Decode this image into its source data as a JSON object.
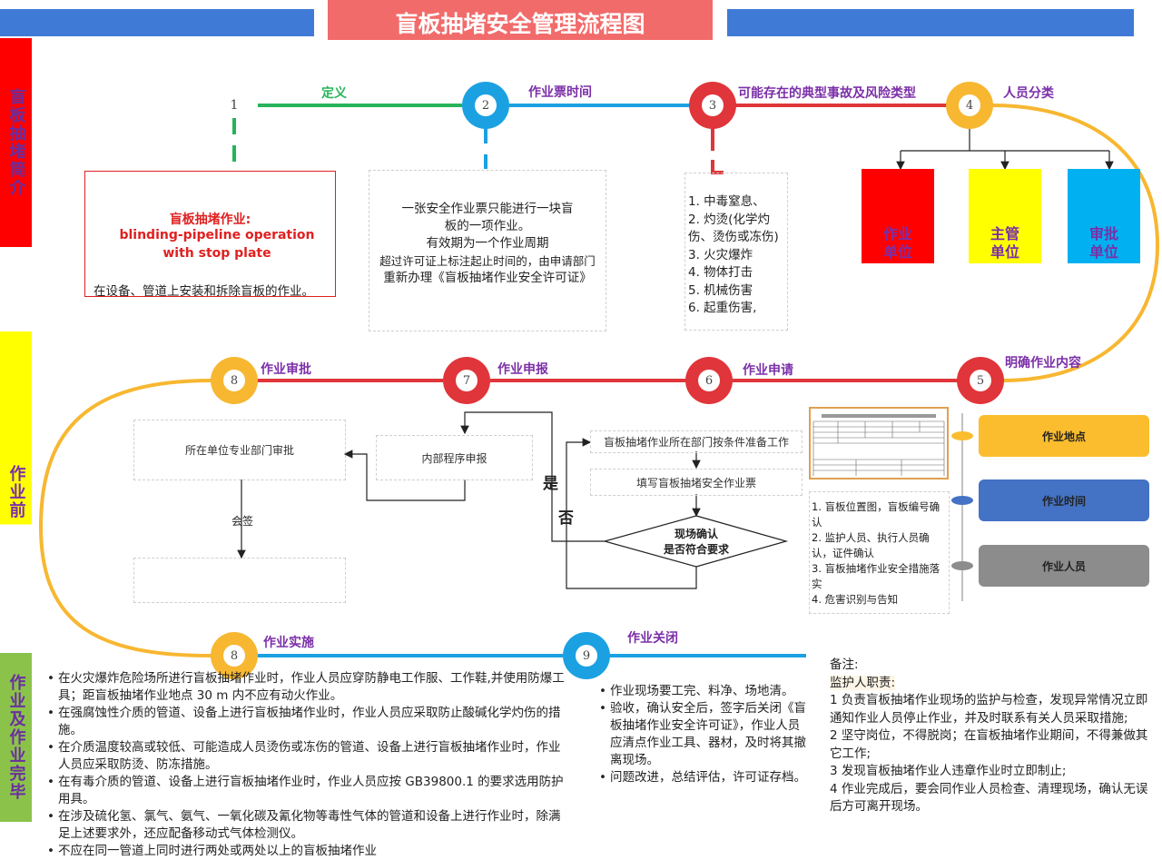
{
  "title": "盲板抽堵安全管理流程图",
  "sections": {
    "intro": "盲板抽堵简介",
    "before": "作业前",
    "during": "作业及作业完毕"
  },
  "steps": {
    "s1": {
      "num": "1",
      "label": "定义"
    },
    "s2": {
      "num": "2",
      "label": "作业票时间"
    },
    "s3": {
      "num": "3",
      "label": "可能存在的典型事故及风险类型"
    },
    "s4": {
      "num": "4",
      "label": "人员分类"
    },
    "s5": {
      "num": "5",
      "label": "明确作业内容"
    },
    "s6": {
      "num": "6",
      "label": "作业申请"
    },
    "s7": {
      "num": "7",
      "label": "作业申报"
    },
    "s8": {
      "num": "8",
      "label": "作业审批"
    },
    "s8b": {
      "num": "8",
      "label": "作业实施"
    },
    "s9": {
      "num": "9",
      "label": "作业关闭"
    }
  },
  "definition": {
    "title": "盲板抽堵作业:",
    "english": "blinding-pipeline operation with stop plate",
    "desc": "在设备、管道上安装和拆除盲板的作业。"
  },
  "permit_time": {
    "lines": [
      "一张安全作业票只能进行一块盲",
      "板的一项作业。",
      "有效期为一个作业周期",
      "超过许可证上标注起止时间的，由申请部门",
      "重新办理《盲板抽堵作业安全许可证》"
    ]
  },
  "risks": [
    "1. 中毒窒息、",
    "2. 灼烫(化学灼",
    "伤、烫伤或冻伤)",
    "3. 火灾爆炸",
    "4. 物体打击",
    "5. 机械伤害",
    "6. 起重伤害,"
  ],
  "roles": [
    {
      "line1": "作业",
      "line2": "单位",
      "bg": "#ff0000",
      "fg": "#7b2fa8"
    },
    {
      "line1": "主管",
      "line2": "单位",
      "bg": "#ffff00",
      "fg": "#7b2fa8"
    },
    {
      "line1": "审批",
      "line2": "单位",
      "bg": "#00b0f0",
      "fg": "#7b2fa8"
    }
  ],
  "flow": {
    "dept_review": "所在单位专业部门审批",
    "countersign": "会签",
    "internal": "内部程序申报",
    "prepare": "盲板抽堵作业所在部门按条件准备工作",
    "fill": "填写盲板抽堵安全作业票",
    "confirm1": "现场确认",
    "confirm2": "是否符合要求",
    "yes": "是",
    "no": "否"
  },
  "checklist": [
    "1. 盲板位置图，盲板编号确",
    "认",
    "2. 监护人员、执行人员确",
    "认，证件确认",
    "3. 盲板抽堵作业安全措施落",
    "实",
    "4. 危害识别与告知"
  ],
  "content_items": [
    {
      "label": "作业地点",
      "color": "#fbbd2e"
    },
    {
      "label": "作业时间",
      "color": "#4472c4"
    },
    {
      "label": "作业人员",
      "color": "#8c8c8c"
    }
  ],
  "implementation": [
    "在火灾爆炸危险场所进行盲板抽堵作业时，作业人员应穿防静电工作服、工作鞋,并使用防爆工具；距盲板抽堵作业地点 30 m 内不应有动火作业。",
    "在强腐蚀性介质的管道、设备上进行盲板抽堵作业时，作业人员应采取防止酸碱化学灼伤的措施。",
    "在介质温度较高或较低、可能造成人员烫伤或冻伤的管道、设备上进行盲板抽堵作业时，作业人员应采取防烫、防冻措施。",
    "在有毒介质的管道、设备上进行盲板抽堵作业时，作业人员应按 GB39800.1 的要求选用防护用具。",
    "在涉及硫化氢、氯气、氨气、一氧化碳及氰化物等毒性气体的管道和设备上进行作业时，除满足上述要求外，还应配备移动式气体检测仪。",
    "不应在同一管道上同时进行两处或两处以上的盲板抽堵作业"
  ],
  "closing": [
    "作业现场要工完、料净、场地清。",
    "验收，确认安全后，签字后关闭《盲板抽堵作业安全许可证》，作业人员应清点作业工具、器材，及时将其撤离现场。",
    "问题改进，总结评估，许可证存档。"
  ],
  "notes": {
    "head": "备注:",
    "sub": "监护人职责:",
    "items": [
      "1  负责盲板抽堵作业现场的监护与检查，发现异常情况立即通知作业人员停止作业，并及时联系有关人员采取措施;",
      "2  坚守岗位，不得脱岗；在盲板抽堵作业期间，不得兼做其它工作;",
      "3  发现盲板抽堵作业人违章作业时立即制止;",
      "4  作业完成后，要会同作业人员检查、清理现场，确认无误后方可离开现场。"
    ]
  },
  "colors": {
    "green": "#27b35a",
    "blue": "#1ba1e2",
    "red": "#e0353a",
    "orange": "#f7b731",
    "purple": "#7b2fa8"
  }
}
